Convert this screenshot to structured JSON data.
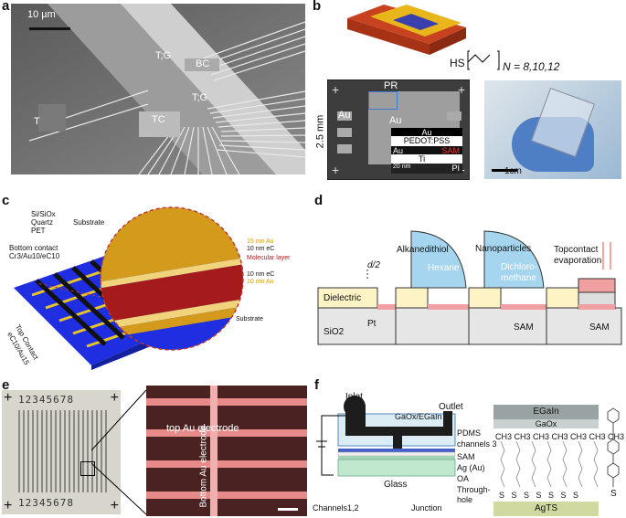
{
  "panels": {
    "a": {
      "label": "a",
      "scale": "10 µm",
      "t_g_top": "T;G",
      "bc": "BC",
      "t_g_mid": "T;G",
      "t": "T",
      "tc": "TC"
    },
    "b": {
      "label": "b",
      "hs": "HS",
      "n": "N = 8,10,12",
      "pr": "PR",
      "au_left": "Au",
      "au_center": "Au",
      "dim": "2.5 mm",
      "inset_au": "Au",
      "inset_pedot": "PEDOT:PSS",
      "inset_au2": "Au",
      "inset_sam": "SAM",
      "inset_ti": "Ti",
      "inset_pi": "PI",
      "inset_scale": "20 nm",
      "photo_scale": "1cm"
    },
    "c": {
      "label": "c",
      "sub_list": [
        "Si/SiOx",
        "Quartz",
        "PET"
      ],
      "substrate_bracket": "Substrate",
      "bottom_contact_1": "Bottom contact",
      "bottom_contact_2": "Cr3/Au10/eC10",
      "top_contact_1": "Top Contact",
      "top_contact_2": "eC10/Au15",
      "layers": [
        "15 nm Au",
        "10 nm eC",
        "Molecular layer",
        "10 nm eC",
        "10 nm Au"
      ],
      "substrate": "Substrate"
    },
    "d": {
      "label": "d",
      "d2": "d/2",
      "dielectric": "Dielectric",
      "sio2": "SiO2",
      "pt": "Pt",
      "alkanedithiol": "Alkanedithiol",
      "hexane": "Hexane",
      "nanoparticles": "Nanoparticles",
      "dichloro_1": "Dichloro-",
      "dichloro_2": "methane",
      "sam1": "SAM",
      "topcontact_1": "Topcontact",
      "topcontact_2": "evaporation",
      "sam2": "SAM"
    },
    "e": {
      "label": "e",
      "digits": "12345678",
      "top_au": "top Au electrode",
      "bottom_au": "Bottom Au electrode"
    },
    "f": {
      "label": "f",
      "inlet": "Inlet",
      "outlet": "Outlet",
      "gaox": "GaOx/EGaIn",
      "pdms": "PDMS",
      "channels3": "channels 3",
      "sam": "SAM",
      "ag": "Ag (Au)",
      "oa": "OA",
      "through1": "Through-",
      "through2": "hole",
      "glass": "Glass",
      "channels12": "Channels1,2",
      "junction": "Junction",
      "egain": "EGaIn",
      "gaox2": "GaOx",
      "chain": "CH3 CH3 CH3 CH3 CH3 CH3 CH3",
      "s_atoms": "S   S   S   S   S   S   S",
      "agts": "AgTS",
      "s_right": "S"
    }
  },
  "colors": {
    "sem_bg": "#6b6b6b",
    "pad_gray": "#a9a9a9",
    "gold": "#e2a617",
    "blue_sub": "#1a2ecf",
    "sam_pink": "#e8a0a0",
    "hexane": "#a6d6ef",
    "glass": "#bfe8cf",
    "egain": "#9aa3a3",
    "agts": "#cfd9a0",
    "red_pad": "#c0392b"
  }
}
